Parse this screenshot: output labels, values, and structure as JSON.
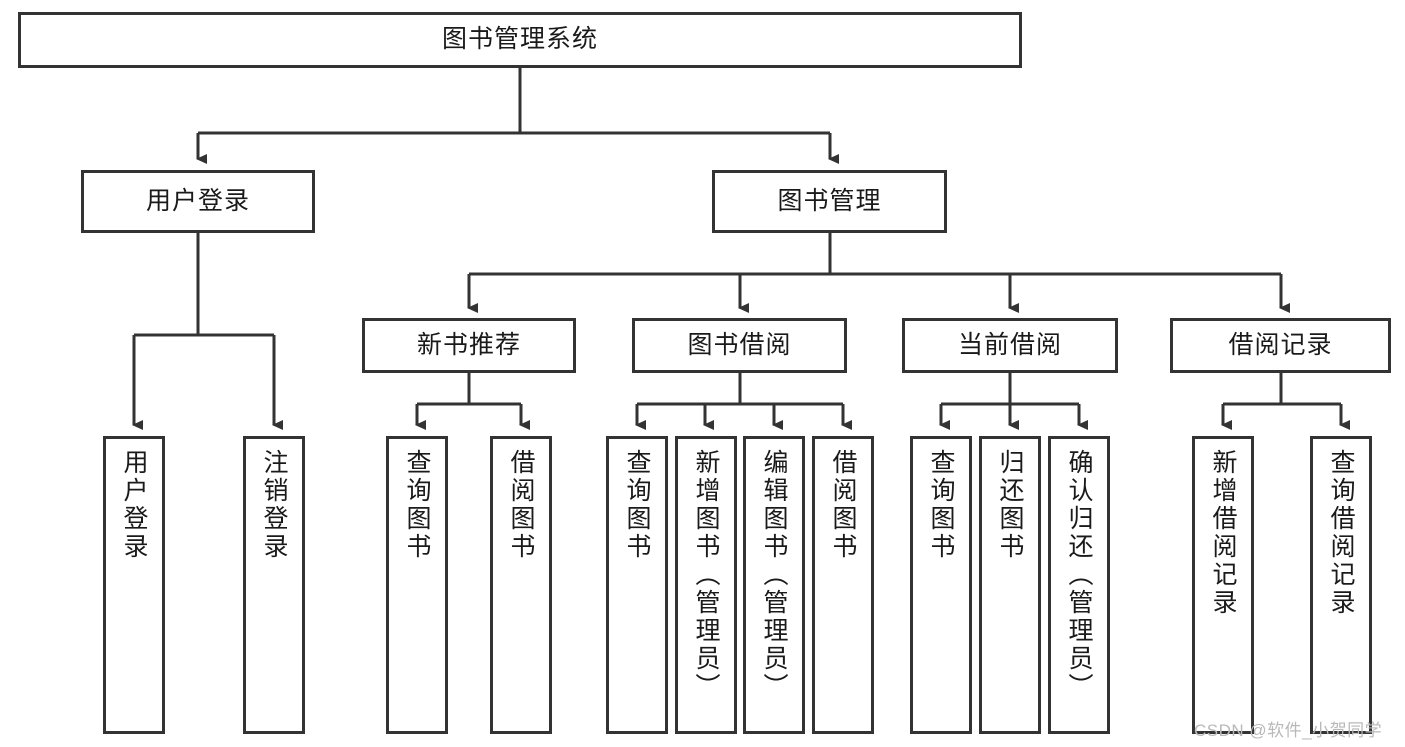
{
  "diagram": {
    "title": "图书管理系统",
    "type": "tree",
    "root": {
      "label": "图书管理系统"
    },
    "level2": [
      {
        "label": "用户登录"
      },
      {
        "label": "图书管理"
      }
    ],
    "level3": [
      {
        "label": "新书推荐"
      },
      {
        "label": "图书借阅"
      },
      {
        "label": "当前借阅"
      },
      {
        "label": "借阅记录"
      }
    ],
    "leaves": {
      "user_login": [
        {
          "label": "用户登录"
        },
        {
          "label": "注销登录"
        }
      ],
      "new_book_recommend": [
        {
          "label": "查询图书"
        },
        {
          "label": "借阅图书"
        }
      ],
      "book_borrow": [
        {
          "label": "查询图书"
        },
        {
          "label": "新增图书（管理员）"
        },
        {
          "label": "编辑图书（管理员）"
        },
        {
          "label": "借阅图书"
        }
      ],
      "current_borrow": [
        {
          "label": "查询图书"
        },
        {
          "label": "归还图书"
        },
        {
          "label": "确认归还（管理员）"
        }
      ],
      "borrow_record": [
        {
          "label": "新增借阅记录"
        },
        {
          "label": "查询借阅记录"
        }
      ]
    },
    "colors": {
      "border": "#333333",
      "background": "#ffffff",
      "text": "#1a1a1a",
      "watermark": "#b9b9b9"
    }
  },
  "watermark": {
    "text": "CSDN @软件_小贺同学"
  }
}
